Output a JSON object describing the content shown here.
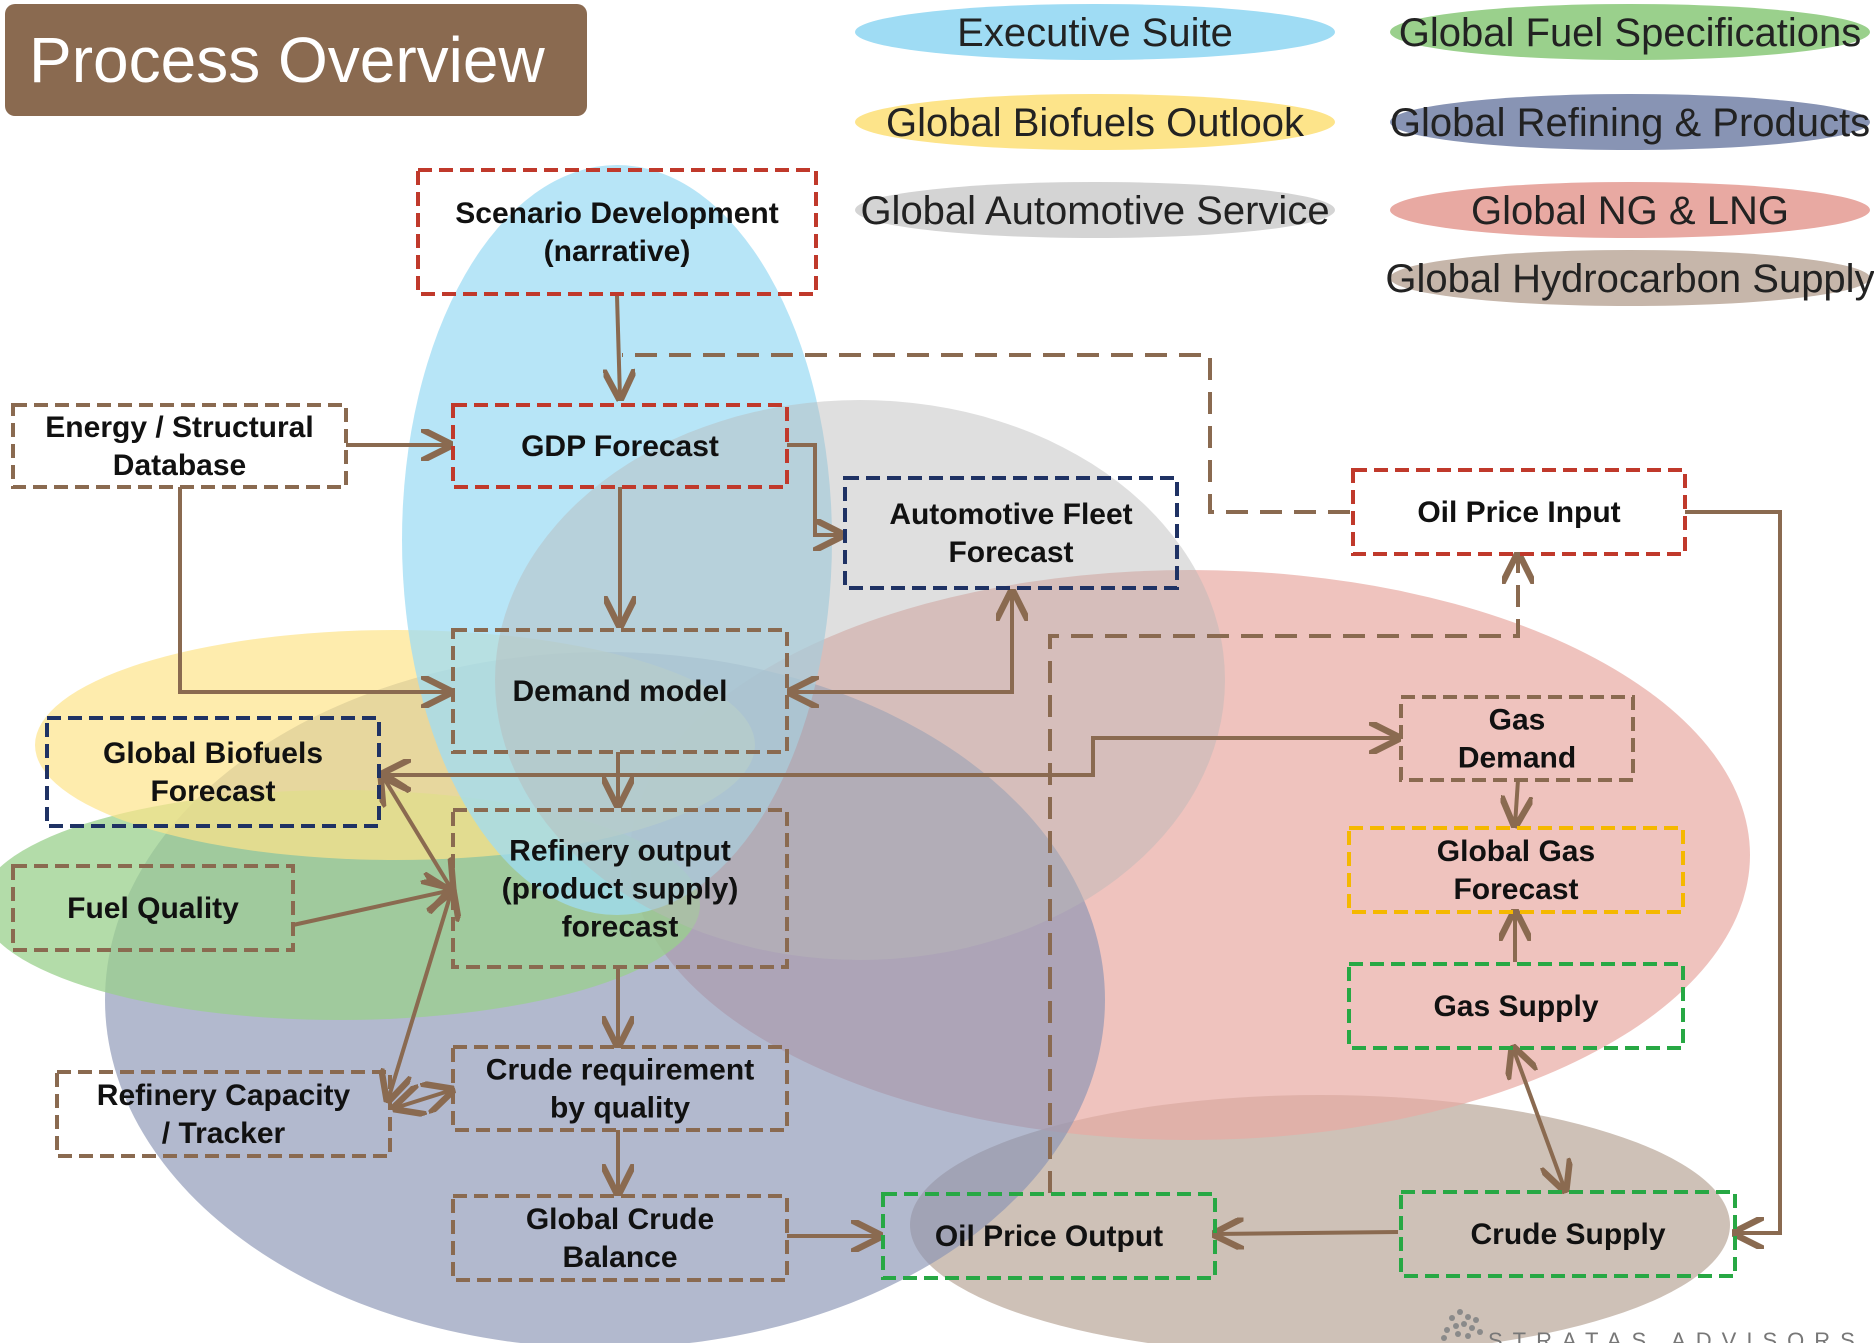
{
  "title": "Process Overview",
  "legend": [
    {
      "key": "exec",
      "label": "Executive Suite",
      "color": "#9fdcf4"
    },
    {
      "key": "fuelspec",
      "label": "Global Fuel Specifications",
      "color": "#9ad08c"
    },
    {
      "key": "biofuels",
      "label": "Global Biofuels Outlook",
      "color": "#fde48a"
    },
    {
      "key": "refining",
      "label": "Global Refining & Products",
      "color": "#8894b4"
    },
    {
      "key": "auto",
      "label": "Global Automotive Service",
      "color": "#d4d4d4"
    },
    {
      "key": "nglng",
      "label": "Global NG & LNG",
      "color": "#e8a9a2"
    },
    {
      "key": "hydrocarbon",
      "label": "Global Hydrocarbon Supply",
      "color": "#c6b6aa"
    }
  ],
  "nodes": {
    "scenario": {
      "lines": [
        "Scenario Development",
        "(narrative)"
      ],
      "border": "#c0392b"
    },
    "energy_db": {
      "lines": [
        "Energy / Structural",
        "Database"
      ],
      "border": "#8a6a50"
    },
    "gdp": {
      "lines": [
        "GDP Forecast"
      ],
      "border": "#c0392b"
    },
    "auto_fleet": {
      "lines": [
        "Automotive Fleet",
        "Forecast"
      ],
      "border": "#1f3264"
    },
    "oil_price_input": {
      "lines": [
        "Oil Price Input"
      ],
      "border": "#c0392b"
    },
    "demand_model": {
      "lines": [
        "Demand model"
      ],
      "border": "#8a6a50"
    },
    "biofuels_forecast": {
      "lines": [
        "Global Biofuels",
        "Forecast"
      ],
      "border": "#1f3264"
    },
    "gas_demand": {
      "lines": [
        "Gas",
        "Demand"
      ],
      "border": "#8a6a50"
    },
    "refinery_output": {
      "lines": [
        "Refinery output",
        "(product supply)",
        "forecast"
      ],
      "border": "#8a6a50"
    },
    "fuel_quality": {
      "lines": [
        "Fuel Quality"
      ],
      "border": "#8a6a50"
    },
    "global_gas_forecast": {
      "lines": [
        "Global Gas",
        "Forecast"
      ],
      "border": "#f5b800"
    },
    "gas_supply": {
      "lines": [
        "Gas Supply"
      ],
      "border": "#27a844"
    },
    "crude_req": {
      "lines": [
        "Crude requirement",
        "by quality"
      ],
      "border": "#8a6a50"
    },
    "refinery_capacity": {
      "lines": [
        "Refinery Capacity",
        "/ Tracker"
      ],
      "border": "#8a6a50"
    },
    "global_crude_balance": {
      "lines": [
        "Global Crude",
        "Balance"
      ],
      "border": "#8a6a50"
    },
    "oil_price_output": {
      "lines": [
        "Oil Price Output"
      ],
      "border": "#27a844"
    },
    "crude_supply": {
      "lines": [
        "Crude Supply"
      ],
      "border": "#27a844"
    }
  },
  "brand": "STRATAS ADVISORS",
  "colors": {
    "arrow": "#8a6a50",
    "title_bg": "#8a6a50"
  }
}
